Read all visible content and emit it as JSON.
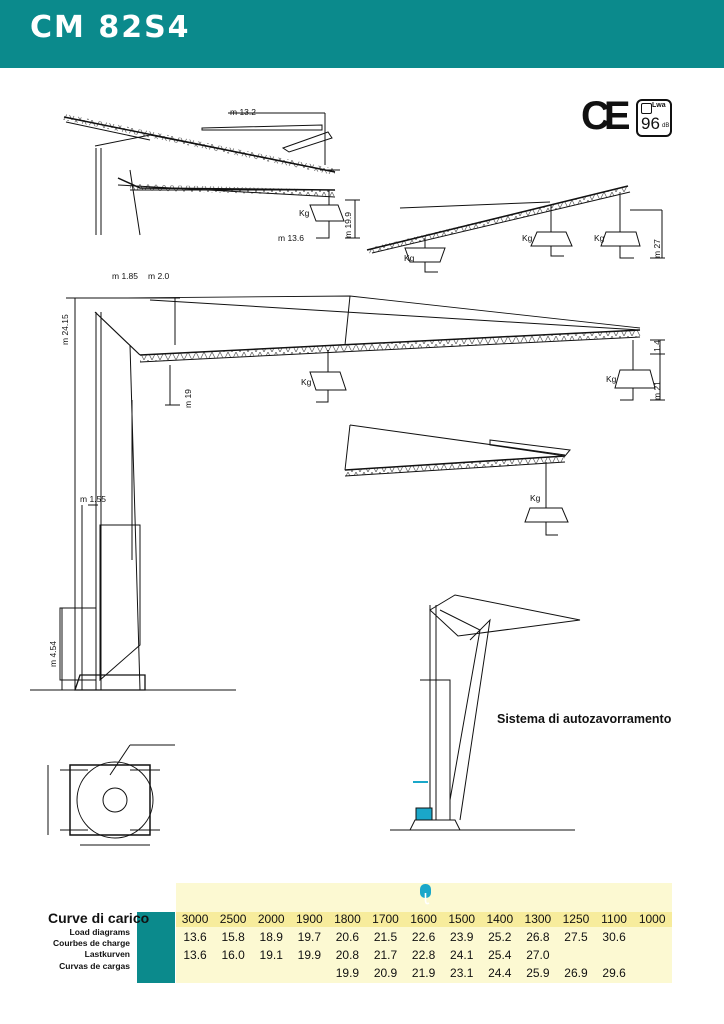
{
  "header": {
    "title": "CM 82S4"
  },
  "badges": {
    "ce": "CE",
    "noise_label": "Lwa",
    "noise_value": "96",
    "noise_unit": "dB"
  },
  "dimensions": {
    "top_reach_1": "m 13.2",
    "top_reach_2": "m 13.6",
    "top_height_1": "m 19.9",
    "top_height_2": "m 27",
    "kg": "Kg",
    "offset_1": "m 1.85",
    "offset_2": "m 2.0",
    "height_main": "m 24.15",
    "height_19": "m 19",
    "height_1_4": "1.4",
    "height_21": "m 21",
    "mast_offset": "m 1.55",
    "base_height": "m 4.54"
  },
  "self_ballasting": {
    "caption": "Sistema di autozavorramento"
  },
  "load_table": {
    "title": "Curve di carico",
    "subtitles": [
      "Load diagrams",
      "Courbes de charge",
      "Lastkurven",
      "Curvas de cargas"
    ],
    "loads": [
      "3000",
      "2500",
      "2000",
      "1900",
      "1800",
      "1700",
      "1600",
      "1500",
      "1400",
      "1300",
      "1250",
      "1100",
      "1000"
    ],
    "row1": [
      "13.6",
      "15.8",
      "18.9",
      "19.7",
      "20.6",
      "21.5",
      "22.6",
      "23.9",
      "25.2",
      "26.8",
      "27.5",
      "30.6",
      ""
    ],
    "row2": [
      "13.6",
      "16.0",
      "19.1",
      "19.9",
      "20.8",
      "21.7",
      "22.8",
      "24.1",
      "25.4",
      "27.0",
      "",
      "",
      ""
    ],
    "row3": [
      "",
      "",
      "",
      "",
      "19.9",
      "20.9",
      "21.9",
      "23.1",
      "24.4",
      "25.9",
      "26.9",
      "29.6",
      ""
    ]
  },
  "colors": {
    "brand": "#0b8a8c",
    "table_bg": "#fcf9d2",
    "table_header": "#f7ec9c",
    "accent_blue": "#1aa7c9"
  }
}
